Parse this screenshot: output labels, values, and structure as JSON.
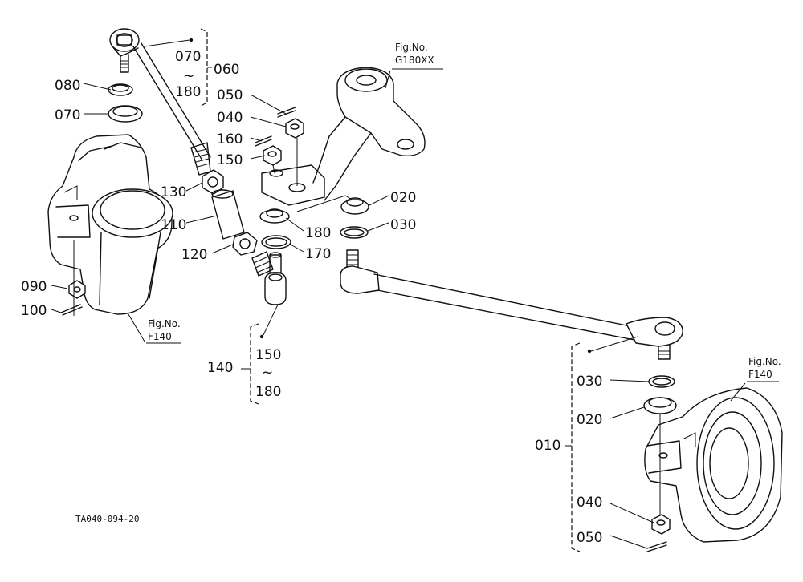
{
  "diagram": {
    "drawing_code": "TA040-094-20",
    "fig_refs": [
      {
        "id": "g180",
        "line1": "Fig.No.",
        "line2": "G180XX"
      },
      {
        "id": "f140-left",
        "line1": "Fig.No.",
        "line2": "F140"
      },
      {
        "id": "f140-right",
        "line1": "Fig.No.",
        "line2": "F140"
      }
    ],
    "callouts": [
      {
        "id": "c070a",
        "text": "070"
      },
      {
        "id": "c180a",
        "text": "180"
      },
      {
        "id": "c060",
        "text": "060"
      },
      {
        "id": "c080",
        "text": "080"
      },
      {
        "id": "c070b",
        "text": "070"
      },
      {
        "id": "c050a",
        "text": "050"
      },
      {
        "id": "c040a",
        "text": "040"
      },
      {
        "id": "c160",
        "text": "160"
      },
      {
        "id": "c150a",
        "text": "150"
      },
      {
        "id": "c130",
        "text": "130"
      },
      {
        "id": "c110",
        "text": "110"
      },
      {
        "id": "c120",
        "text": "120"
      },
      {
        "id": "c180b",
        "text": "180"
      },
      {
        "id": "c170",
        "text": "170"
      },
      {
        "id": "c020a",
        "text": "020"
      },
      {
        "id": "c030a",
        "text": "030"
      },
      {
        "id": "c090",
        "text": "090"
      },
      {
        "id": "c100",
        "text": "100"
      },
      {
        "id": "c150b",
        "text": "150"
      },
      {
        "id": "c140",
        "text": "140"
      },
      {
        "id": "c180c",
        "text": "180"
      },
      {
        "id": "c030b",
        "text": "030"
      },
      {
        "id": "c020b",
        "text": "020"
      },
      {
        "id": "c010",
        "text": "010"
      },
      {
        "id": "c040b",
        "text": "040"
      },
      {
        "id": "c050b",
        "text": "050"
      }
    ],
    "range_symbol": "~"
  }
}
